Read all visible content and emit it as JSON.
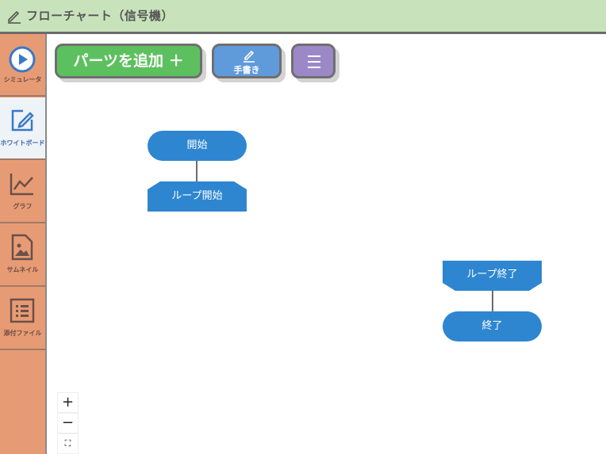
{
  "title": "フローチャート（信号機）",
  "sidebar": {
    "items": [
      {
        "label": "シミュレータ",
        "icon": "play-circle-icon"
      },
      {
        "label": "ホワイトボード",
        "icon": "edit-box-icon"
      },
      {
        "label": "グラフ",
        "icon": "line-chart-icon"
      },
      {
        "label": "サムネイル",
        "icon": "image-file-icon"
      },
      {
        "label": "添付ファイル",
        "icon": "list-file-icon"
      }
    ]
  },
  "toolbar": {
    "add_label": "パーツを追加 ＋",
    "handwrite_label": "手書き",
    "menu_icon": "hamburger-icon"
  },
  "flowchart": {
    "start": "開始",
    "loop_start": "ループ開始",
    "loop_end": "ループ終了",
    "end": "終了"
  },
  "zoom": {
    "in": "+",
    "out": "−",
    "fit": "⛶"
  },
  "colors": {
    "titlebar": "#c8e3bb",
    "sidebar": "#e79b74",
    "node": "#2e86d0",
    "add_button": "#5dc05f",
    "handwrite_button": "#5f9adb",
    "menu_button": "#9c88c7"
  }
}
